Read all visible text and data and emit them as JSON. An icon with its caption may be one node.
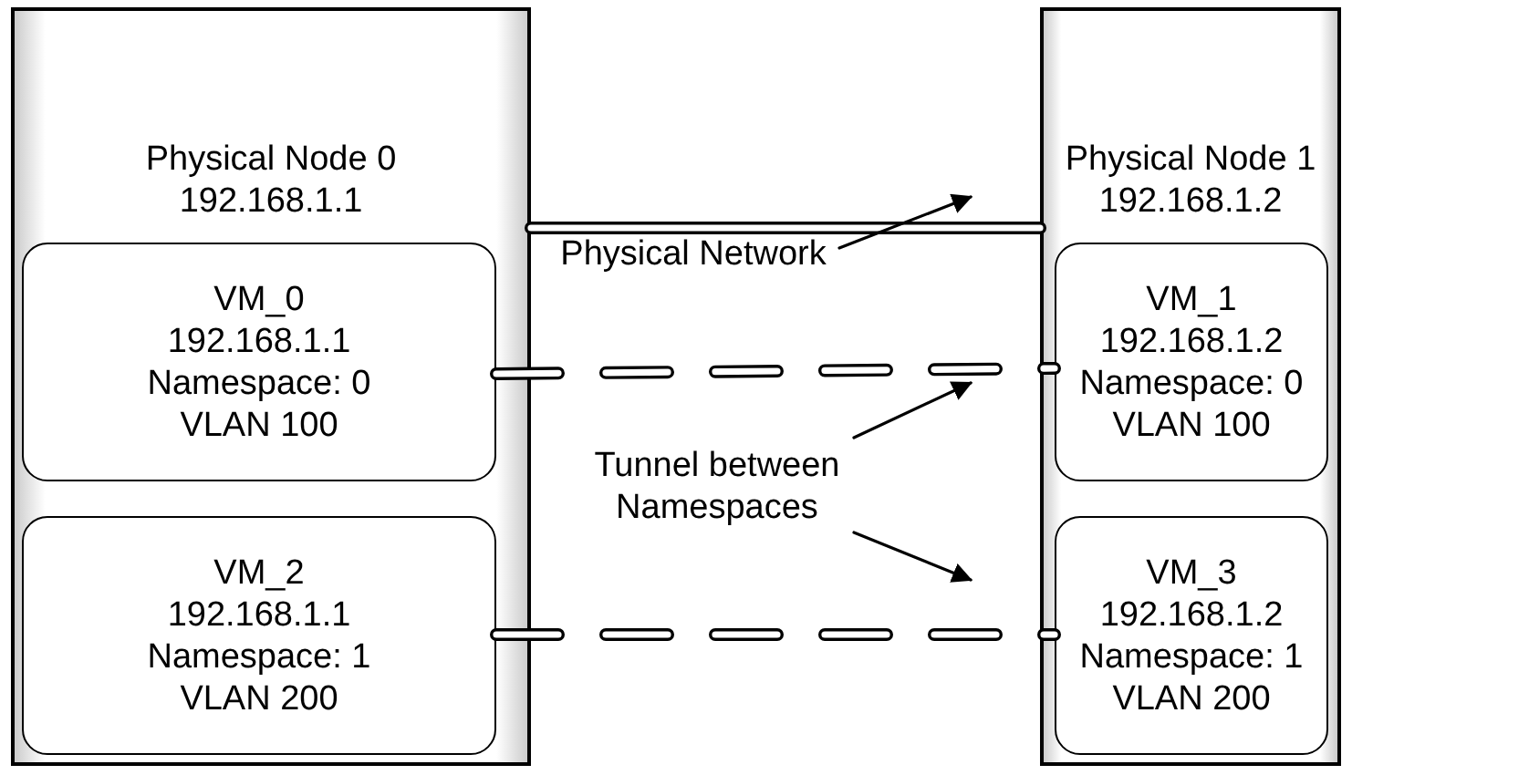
{
  "diagram": {
    "nodes": [
      {
        "text": [
          "Physical Node 0 192.168.1.1"
        ]
      },
      {
        "text": [
          "VM_0 192.168.1.1 Namespace: 0 VLAN 100"
        ],
        "in": 0
      },
      {
        "text": [
          "VM_2 192.168.1.1 Namespace: 1 VLAN 200"
        ],
        "in": 0
      },
      {
        "text": [
          "Physical Node 1 192.168.1.2"
        ]
      },
      {
        "text": [
          "VM_1 192.168.1.2 Namespace: 0 VLAN 100"
        ],
        "in": 3
      },
      {
        "text": [
          "VM_3 192.168.1.2 Namespace: 1 VLAN 200"
        ],
        "in": 3
      },
      {
        "text": [
          "Physical Network"
        ]
      },
      {
        "text": [
          "Tunnel between Namespaces"
        ]
      }
    ],
    "edges": [
      {
        "from": 0,
        "to": 3,
        "arrow": "none",
        "style": "thick"
      },
      {
        "from": 1,
        "to": 4,
        "arrow": "none",
        "style": "dashed"
      },
      {
        "from": 2,
        "to": 5,
        "arrow": "none",
        "style": "dashed"
      },
      {
        "from": 6,
        "to": null,
        "arrow": "to"
      },
      {
        "from": 7,
        "to": null,
        "arrow": "to"
      },
      {
        "from": 7,
        "to": null,
        "arrow": "to"
      }
    ]
  }
}
